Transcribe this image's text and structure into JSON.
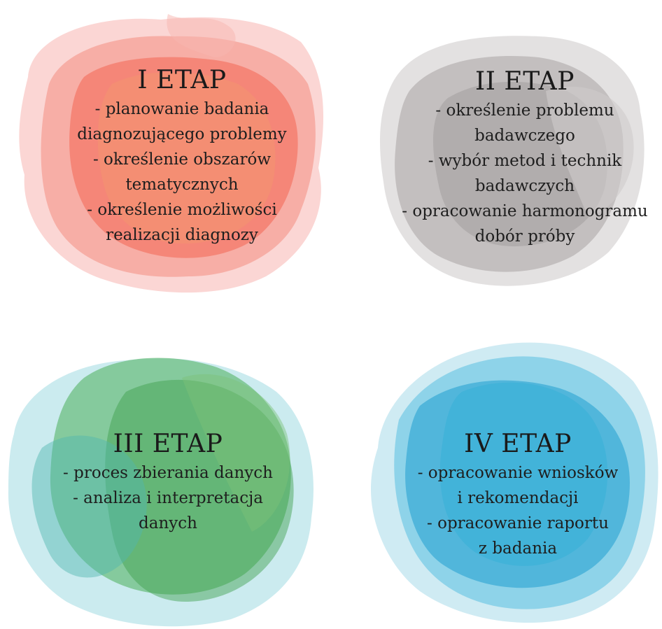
{
  "stages": [
    {
      "title": "I ETAP",
      "lines": [
        "- planowanie badania",
        "diagnozującego problemy",
        "- określenie obszarów",
        "tematycznych",
        "- określenie możliwości",
        "realizacji diagnozy"
      ],
      "color": "#f2705f"
    },
    {
      "title": "II ETAP",
      "lines": [
        "- określenie problemu",
        "badawczego",
        "- wybór metod i technik",
        "badawczych",
        "- opracowanie harmonogramu",
        "dobór próby"
      ],
      "color": "#9a9696"
    },
    {
      "title": "III ETAP",
      "lines": [
        "- proces zbierania danych",
        "- analiza i interpretacja",
        "danych"
      ],
      "color": "#3fa64a"
    },
    {
      "title": "IV ETAP",
      "lines": [
        "- opracowanie wniosków",
        "i rekomendacji",
        "- opracowanie raportu",
        "z badania"
      ],
      "color": "#1fa8d6"
    }
  ]
}
